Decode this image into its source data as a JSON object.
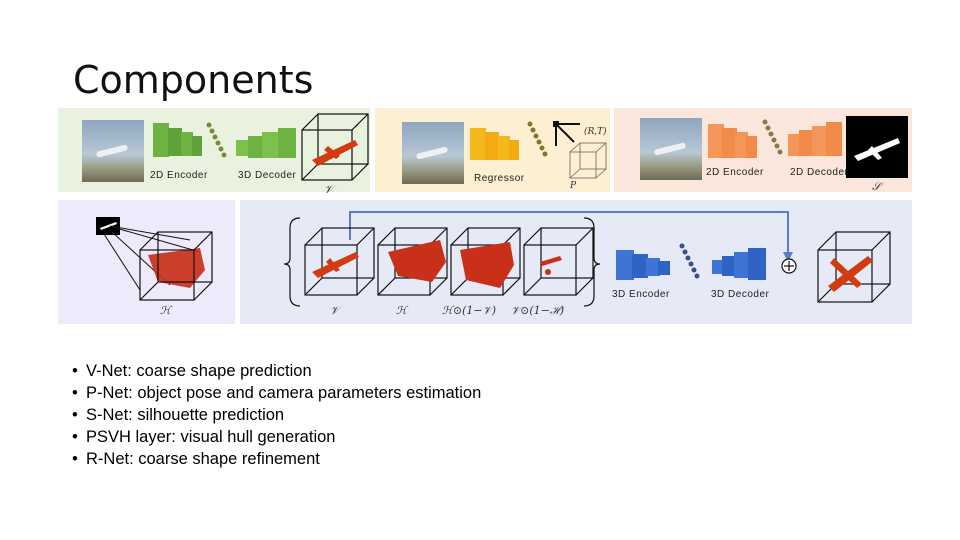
{
  "slide": {
    "title": "Components"
  },
  "diagram": {
    "vnet": {
      "encoder_label": "2D Encoder",
      "decoder_label": "3D Decoder",
      "output_symbol": "𝒱"
    },
    "pnet": {
      "regressor_label": "Regressor",
      "pose_symbol": "(R,T)",
      "camera_symbol": "P"
    },
    "snet": {
      "encoder_label": "2D Encoder",
      "decoder_label": "2D Decoder",
      "output_symbol": "𝒮"
    },
    "psvh": {
      "output_symbol": "ℋ"
    },
    "rnet": {
      "input_symbols": [
        "𝒱",
        "ℋ",
        "ℋ⊙(1−𝒱)",
        "𝒱⊙(1−ℋ)"
      ],
      "encoder_label": "3D Encoder",
      "decoder_label": "3D Decoder",
      "plus_symbol": "+"
    },
    "colors": {
      "vnet_bg": "#e9f2df",
      "pnet_bg": "#fcefd2",
      "snet_bg": "#fbe6dc",
      "psvh_bg": "#eeeafb",
      "rnet_bg": "#e5eaf6"
    }
  },
  "bullets": [
    "V-Net: coarse shape prediction",
    "P-Net: object pose and camera parameters estimation",
    "S-Net: silhouette prediction",
    "PSVH layer: visual hull generation",
    "R-Net: coarse shape refinement"
  ]
}
